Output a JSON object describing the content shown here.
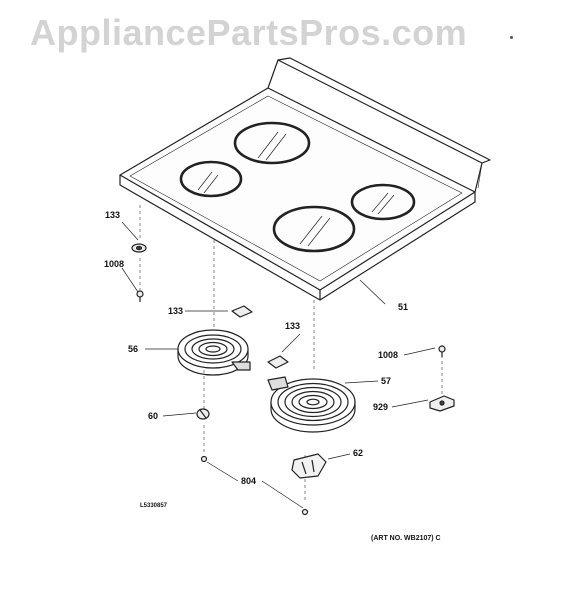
{
  "watermark": "AppliancePartsPros.com",
  "callouts": {
    "c133_left": "133",
    "c1008_left": "1008",
    "c51": "51",
    "c133_mid": "133",
    "c133_right": "133",
    "c56": "56",
    "c57": "57",
    "c1008_right": "1008",
    "c929": "929",
    "c60": "60",
    "c62": "62",
    "c804": "804"
  },
  "diagram_code": "L5330857",
  "art_number": "(ART NO. WB2107) C",
  "colors": {
    "line": "#222222",
    "watermark": "#d3d3d3",
    "dash": "#555555"
  }
}
